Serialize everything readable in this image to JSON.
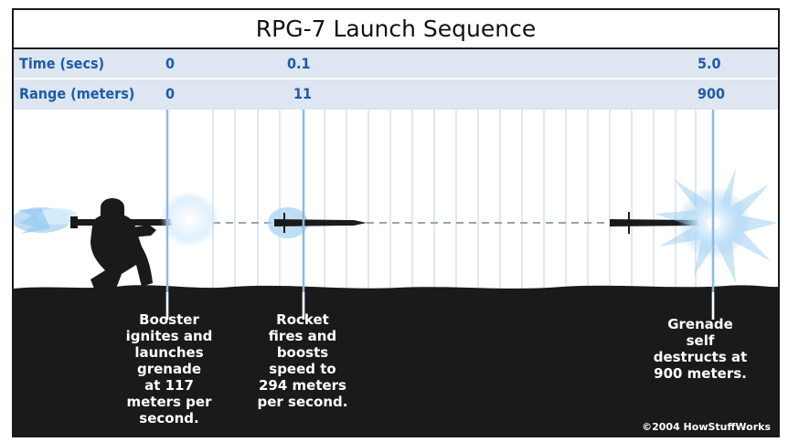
{
  "title": "RPG-7 Launch Sequence",
  "rows": {
    "time": {
      "label": "Time (secs)",
      "values": [
        "0",
        "0.1",
        "5.0"
      ]
    },
    "range": {
      "label": "Range (meters)",
      "values": [
        "0",
        "11",
        "900"
      ]
    }
  },
  "captions": {
    "booster": "Booster\nignites and\nlaunches\ngrenade\nat 117\nmeters per\nsecond.",
    "rocket": "Rocket\nfires and\nboosts\nspeed to\n294 meters\nper second.",
    "grenade": "Grenade\nself\ndestructs at\n900 meters."
  },
  "copyright": "©2004 HowStuffWorks",
  "colors": {
    "label_blue": "#1f5ba7",
    "band": "#dde6f1",
    "ground": "#1a1a1a",
    "blast": "#8ec5ee"
  }
}
